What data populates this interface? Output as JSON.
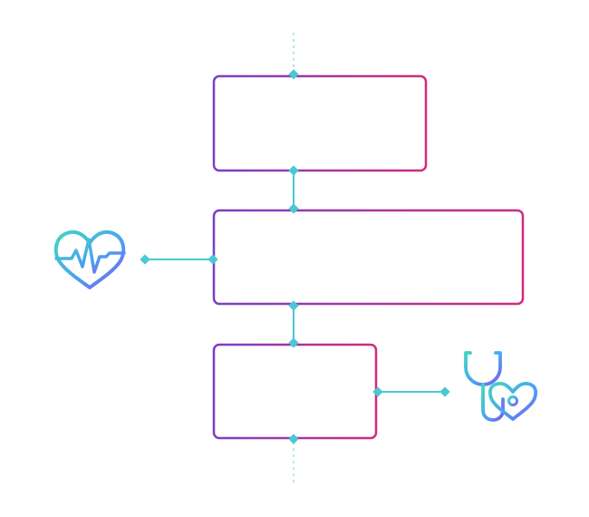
{
  "colors": {
    "gradient_start": "#7b3fc4",
    "gradient_end": "#d12b7d",
    "connector": "#4cc7d6",
    "icon_teal": "#3fd6c2",
    "icon_blue": "#4aa3f0",
    "icon_violet": "#7b5cf0"
  },
  "icons": {
    "left": "heartbeat-icon",
    "right": "stethoscope-heart-icon"
  },
  "cards": [
    {
      "id": "card-1",
      "placeholder_lines": 3
    },
    {
      "id": "card-2",
      "placeholder_lines": 3
    },
    {
      "id": "card-3",
      "placeholder_lines": 3
    }
  ]
}
